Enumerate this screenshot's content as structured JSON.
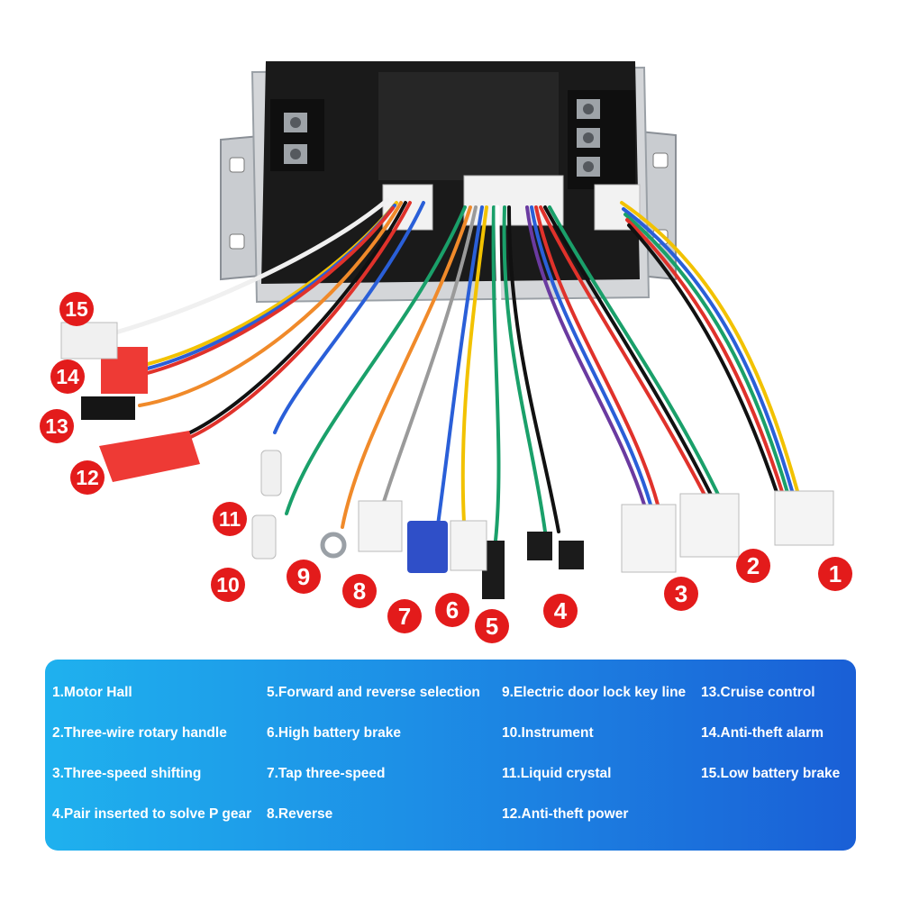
{
  "badges": [
    "1",
    "2",
    "3",
    "4",
    "5",
    "6",
    "7",
    "8",
    "9",
    "10",
    "11",
    "12",
    "13",
    "14",
    "15"
  ],
  "legend": [
    "1.Motor Hall",
    "2.Three-wire rotary handle",
    "3.Three-speed shifting",
    "4.Pair inserted to solve P gear",
    "5.Forward and reverse selection",
    "6.High battery brake",
    "7.Tap three-speed",
    "8.Reverse",
    "9.Electric door lock key line",
    "10.Instrument",
    "11.Liquid crystal",
    "12.Anti-theft power",
    "13.Cruise control",
    "14.Anti-theft alarm",
    "15.Low battery brake"
  ],
  "colors": {
    "badge": "#e31b1b",
    "legend_gradient_start": "#1fb1ee",
    "legend_gradient_end": "#1a5fd6",
    "controller_body": "#1a1a1a"
  },
  "icons": [
    "controller-box-icon",
    "wire-harness-icon",
    "connector-icon"
  ]
}
